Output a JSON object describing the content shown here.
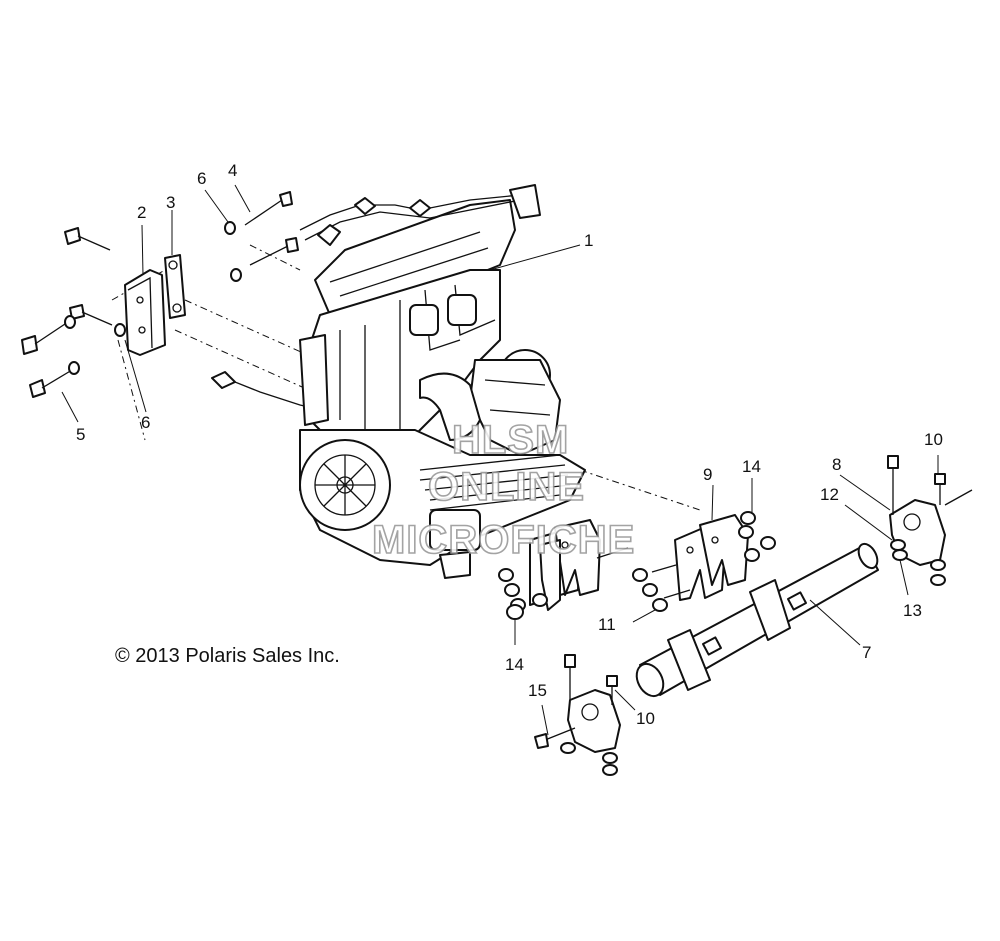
{
  "callouts": {
    "c1": "1",
    "c2": "2",
    "c3": "3",
    "c4": "4",
    "c5": "5",
    "c6a": "6",
    "c6b": "6",
    "c7": "7",
    "c8": "8",
    "c9": "9",
    "c10a": "10",
    "c10b": "10",
    "c11": "11",
    "c12": "12",
    "c13": "13",
    "c14a": "14",
    "c14b": "14",
    "c15": "15"
  },
  "copyright": "© 2013 Polaris Sales Inc.",
  "watermark": {
    "line1": "HLSM",
    "line2": "ONLINE",
    "line3": "MICROFICHE"
  }
}
